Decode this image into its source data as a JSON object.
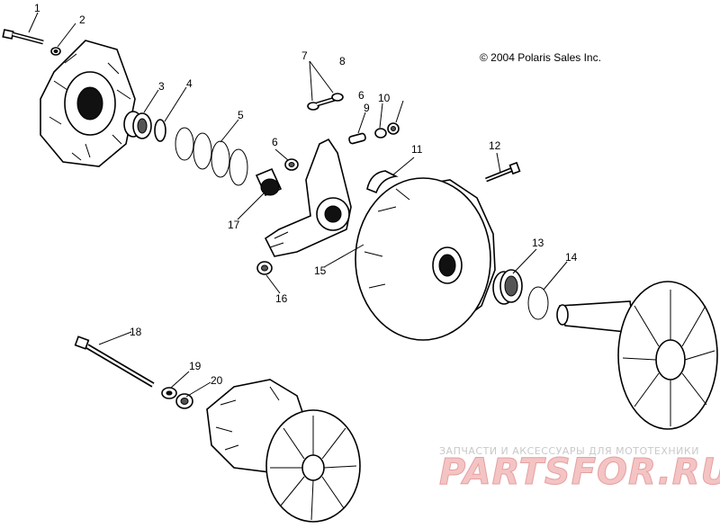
{
  "diagram": {
    "copyright": "© 2004 Polaris Sales Inc.",
    "callouts": [
      "1",
      "2",
      "3",
      "4",
      "5",
      "6",
      "7",
      "8",
      "9",
      "10",
      "6",
      "11",
      "12",
      "13",
      "14",
      "15",
      "16",
      "17",
      "18",
      "19",
      "20"
    ]
  },
  "watermark": {
    "tagline": "ЗАПЧАСТИ И АКСЕССУАРЫ ДЛЯ МОТОТЕХНИКИ",
    "logo_text": "PARTSFOR.RU"
  }
}
